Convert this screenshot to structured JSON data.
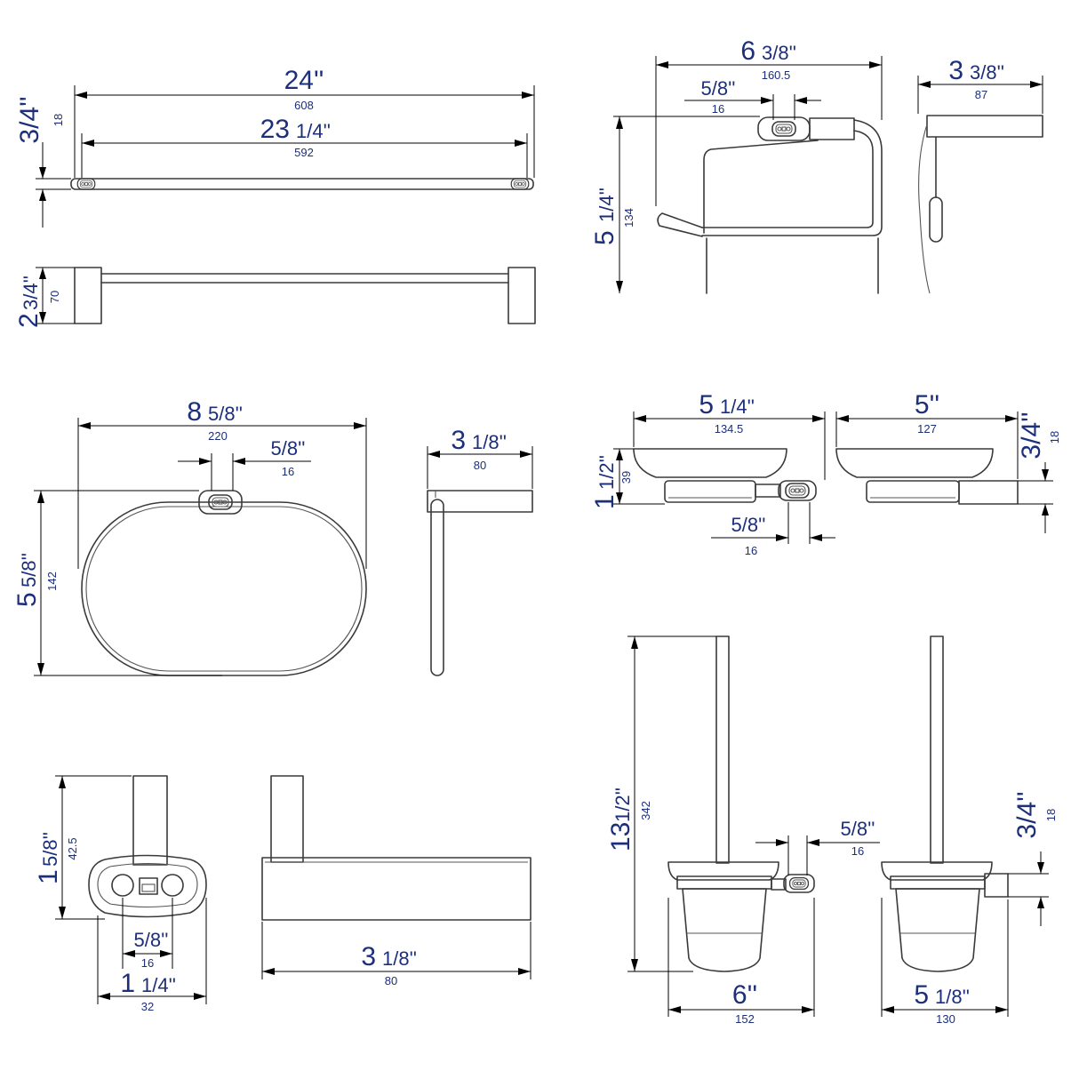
{
  "accent_color": "#1c2f7a",
  "towel_bar": {
    "overall_in": "24''",
    "overall_mm": "608",
    "inner_in_whole": "23",
    "inner_in_frac": "1/4''",
    "inner_mm": "592",
    "height_in": "3/4''",
    "height_mm": "18",
    "depth_in_whole": "2",
    "depth_in_frac": "3/4''",
    "depth_mm": "70"
  },
  "tissue_holder": {
    "width_in_whole": "6",
    "width_in_frac": "3/8''",
    "width_mm": "160.5",
    "mount_in": "5/8''",
    "mount_mm": "16",
    "height_in_whole": "5",
    "height_in_frac": "1/4''",
    "height_mm": "134",
    "depth_in_whole": "3",
    "depth_in_frac": "3/8''",
    "depth_mm": "87"
  },
  "towel_ring": {
    "width_in_whole": "8",
    "width_in_frac": "5/8''",
    "width_mm": "220",
    "mount_in": "5/8''",
    "mount_mm": "16",
    "height_in_whole": "5",
    "height_in_frac": "5/8''",
    "height_mm": "142",
    "depth_in_whole": "3",
    "depth_in_frac": "1/8''",
    "depth_mm": "80"
  },
  "soap_dish": {
    "width_in_whole": "5",
    "width_in_frac": "1/4''",
    "width_mm": "134.5",
    "width2_in": "5''",
    "width2_mm": "127",
    "height_in_whole": "1",
    "height_in_frac": "1/2''",
    "height_mm": "39",
    "mount_in": "5/8''",
    "mount_mm": "16",
    "thick_in": "3/4''",
    "thick_mm": "18"
  },
  "robe_hook": {
    "height_in_whole": "1",
    "height_in_frac": "5/8''",
    "height_mm": "42.5",
    "mount_in": "5/8''",
    "mount_mm": "16",
    "width_in_whole": "1",
    "width_in_frac": "1/4''",
    "width_mm": "32",
    "depth_in_whole": "3",
    "depth_in_frac": "1/8''",
    "depth_mm": "80"
  },
  "toilet_brush": {
    "height_in_whole": "13",
    "height_in_frac": "1/2''",
    "height_mm": "342",
    "mount_in": "5/8''",
    "mount_mm": "16",
    "width_in": "6''",
    "width_mm": "152",
    "thick_in": "3/4''",
    "thick_mm": "18",
    "width2_in_whole": "5",
    "width2_in_frac": "1/8''",
    "width2_mm": "130"
  }
}
